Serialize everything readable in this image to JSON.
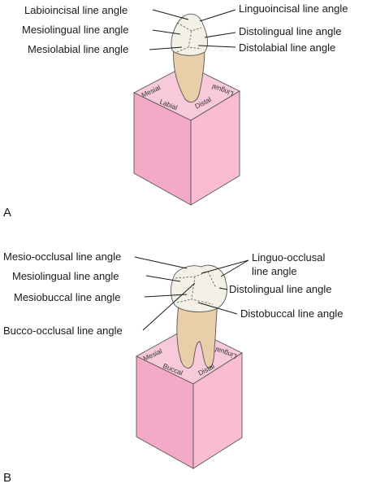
{
  "panel_a": {
    "letter": "A",
    "labels": {
      "labioincisal": "Labioincisal line angle",
      "linguoincisal": "Linguoincisal line angle",
      "mesiolingual": "Mesiolingual line angle",
      "distolingual": "Distolingual line angle",
      "mesiolabial": "Mesiolabial line angle",
      "distolabial": "Distolabial line angle"
    },
    "cube_faces": {
      "mesial": "Mesial",
      "labial": "Labial",
      "distal": "Distal",
      "lingual": "Lingual"
    }
  },
  "panel_b": {
    "letter": "B",
    "labels": {
      "mesio_occlusal": "Mesio-occlusal line angle",
      "mesiolingual": "Mesiolingual line angle",
      "mesiobuccal": "Mesiobuccal line angle",
      "bucco_occlusal": "Bucco-occlusal line angle",
      "linguo_occlusal_line1": "Linguo-occlusal",
      "linguo_occlusal_line2": "line angle",
      "distolingual": "Distolingual line angle",
      "distobuccal": "Distobuccal line angle"
    },
    "cube_faces": {
      "mesial": "Mesial",
      "buccal": "Buccal",
      "distal": "Distal",
      "lingual": "Lingual"
    }
  },
  "colors": {
    "cube_top": "#f7c9da",
    "cube_front": "#f4aac6",
    "cube_side": "#f9bcd2",
    "root": "#e8cfa9",
    "crown": "#f3f0e6"
  }
}
